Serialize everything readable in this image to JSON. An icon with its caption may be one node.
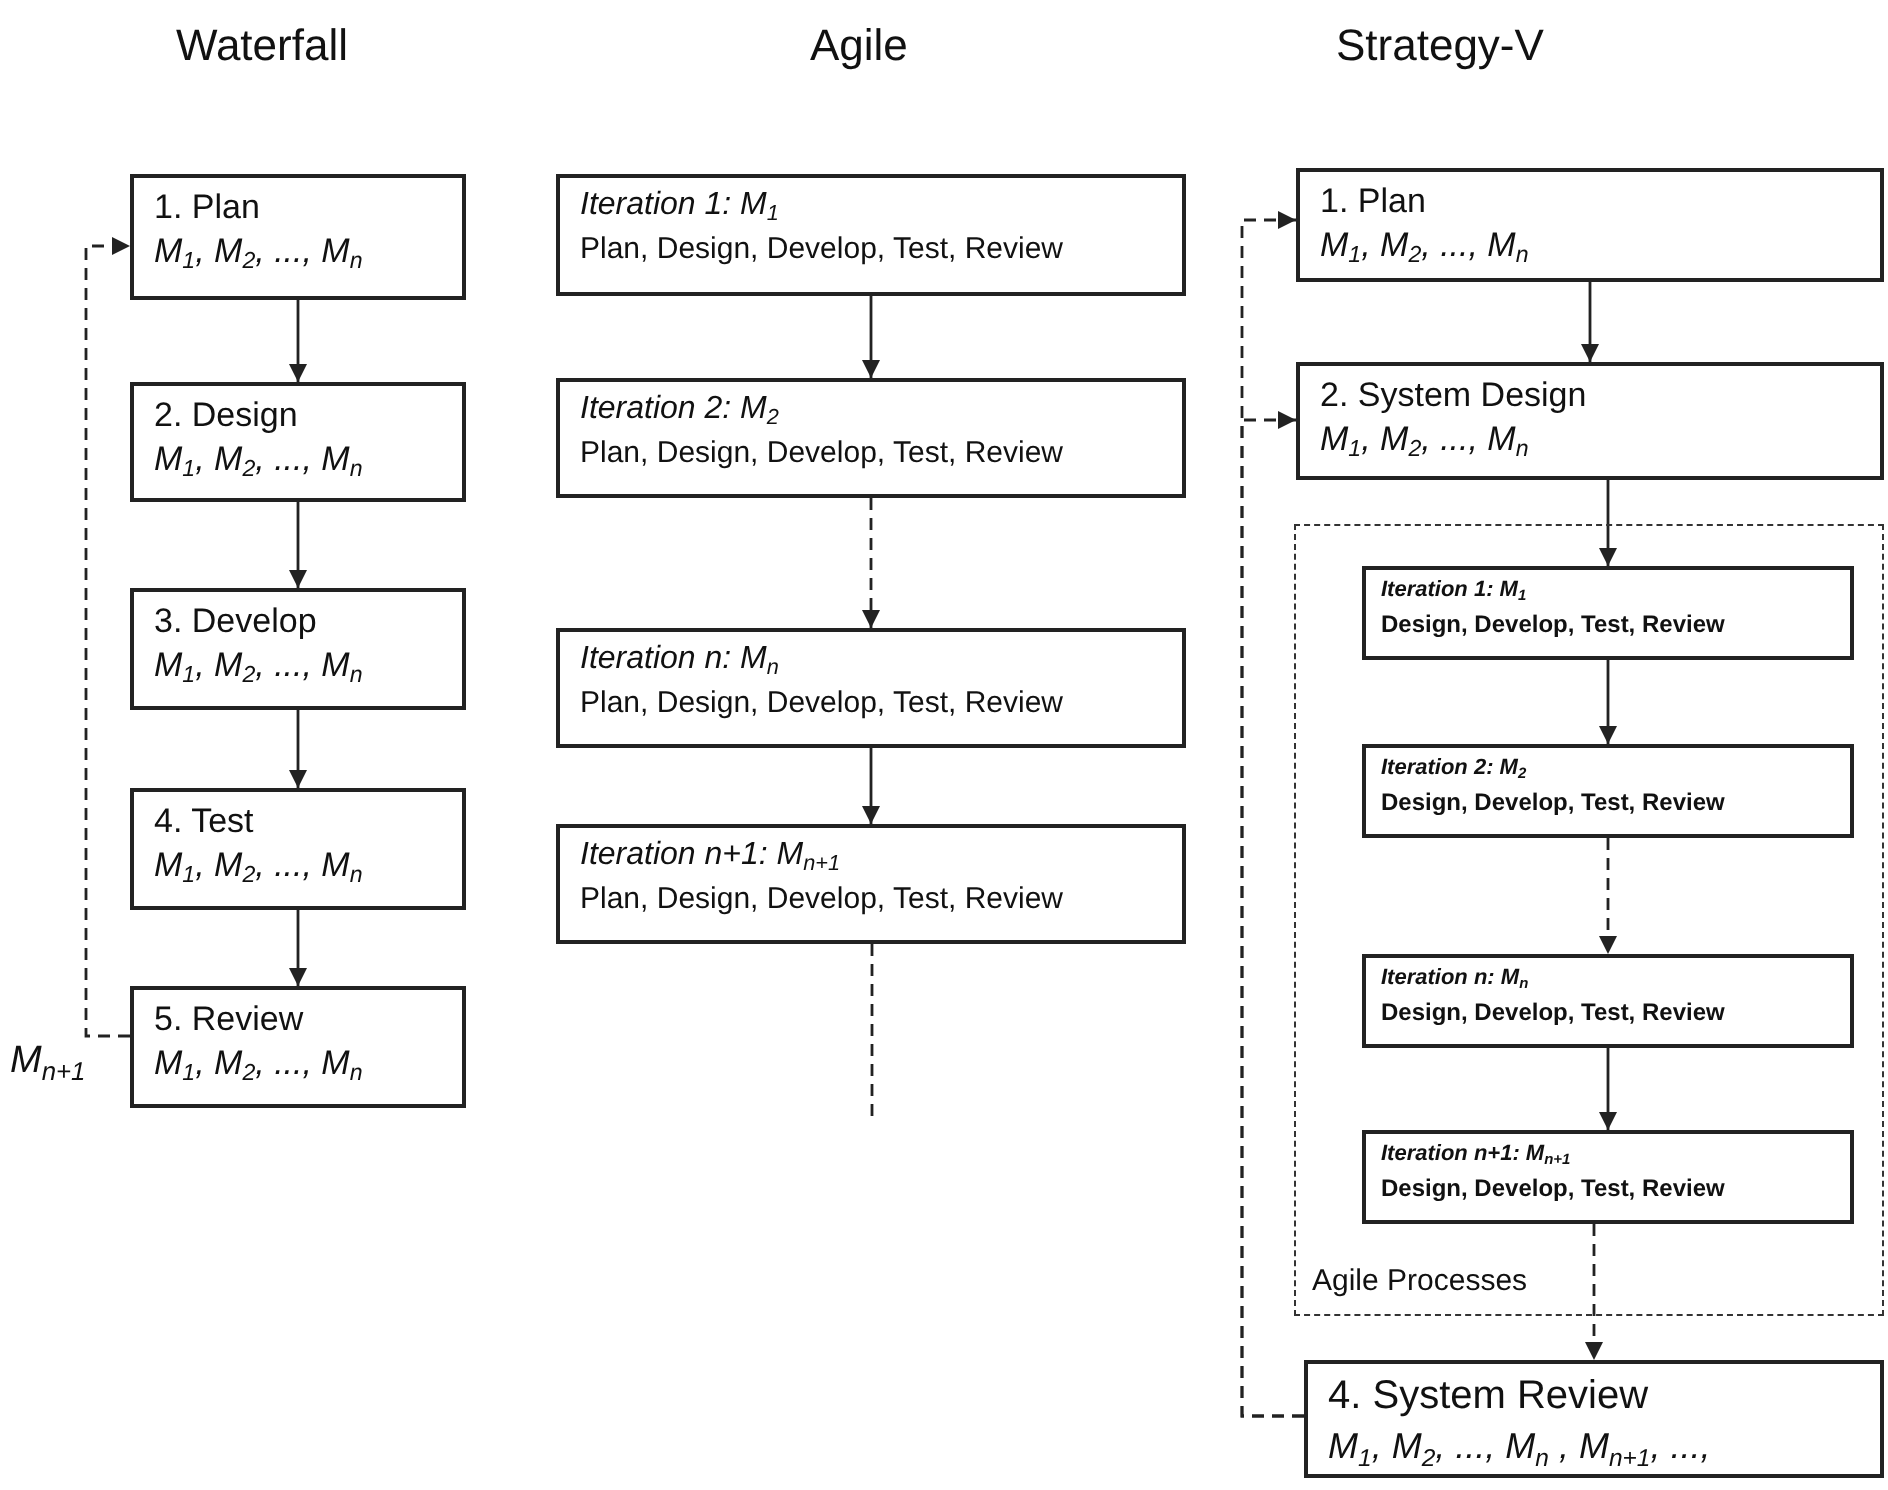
{
  "diagram": {
    "nodes": [
      {
        "text": [
          "1. Plan",
          "M$_{1}$, M$_{2}$, ..., M$_{n}$"
        ]
      },
      {
        "text": [
          "2. Design",
          "M$_{1}$, M$_{2}$, ..., M$_{n}$"
        ]
      },
      {
        "text": [
          "3. Develop",
          "M$_{1}$, M$_{2}$, ..., M$_{n}$"
        ]
      },
      {
        "text": [
          "4. Test",
          "M$_{1}$, M$_{2}$, ..., M$_{n}$"
        ]
      },
      {
        "text": [
          "5. Review",
          "M$_{1}$, M$_{2}$, ..., M$_{n}$"
        ]
      },
      {
        "text": [
          "Iteration 1: M$_{1}$",
          "Plan, Design, Develop, Test, Review"
        ]
      },
      {
        "text": [
          "Iteration 2: M$_{2}$",
          "Plan, Design, Develop, Test, Review"
        ]
      },
      {
        "text": [
          "Iteration n: M$_{n}$",
          "Plan, Design, Develop, Test, Review"
        ]
      },
      {
        "text": [
          "Iteration n+1: M$_{n+1}$",
          "Plan, Design, Develop, Test, Review"
        ]
      },
      {
        "text": [
          "1. Plan",
          "M$_{1}$, M$_{2}$, ..., M$_{n}$"
        ]
      },
      {
        "text": [
          "2. System Design",
          "M$_{1}$, M$_{2}$, ..., M$_{n}$"
        ]
      },
      {
        "text": [
          "Agile Processes"
        ]
      },
      {
        "text": [
          "Iteration 1: M$_{1}$",
          "Design, Develop, Test, Review"
        ],
        "in": 11
      },
      {
        "text": [
          "Iteration 2: M$_{2}$",
          "Design, Develop, Test, Review"
        ],
        "in": 11
      },
      {
        "text": [
          "Iteration n: M$_{n}$",
          "Design, Develop, Test, Review"
        ],
        "in": 11
      },
      {
        "text": [
          "Iteration n+1: M$_{n+1}$",
          "Design, Develop, Test, Review"
        ],
        "in": 11
      },
      {
        "text": [
          "4. System Review",
          "M$_{1}$, M$_{2}$, ..., M$_{n}$ , M$_{n+1}$, ...,"
        ]
      }
    ],
    "edges": [
      {
        "from": 0,
        "to": 1,
        "arrow": "to"
      },
      {
        "from": 1,
        "to": 2,
        "arrow": "to"
      },
      {
        "from": 2,
        "to": 3,
        "arrow": "to"
      },
      {
        "from": 3,
        "to": 4,
        "arrow": "to"
      },
      {
        "from": 4,
        "to": 0,
        "arrow": "to",
        "style": "dashed",
        "label": "M$_{n+1}$"
      },
      {
        "from": 5,
        "to": 6,
        "arrow": "to"
      },
      {
        "from": 6,
        "to": 7,
        "arrow": "to",
        "style": "dashed"
      },
      {
        "from": 7,
        "to": 8,
        "arrow": "to"
      },
      {
        "from": 8,
        "to": null,
        "arrow": "none",
        "style": "dashed"
      },
      {
        "from": 9,
        "to": 10,
        "arrow": "to"
      },
      {
        "from": 10,
        "to": 12,
        "arrow": "to"
      },
      {
        "from": 12,
        "to": 13,
        "arrow": "to"
      },
      {
        "from": 13,
        "to": 14,
        "arrow": "to",
        "style": "dashed"
      },
      {
        "from": 14,
        "to": 15,
        "arrow": "to"
      },
      {
        "from": 15,
        "to": 16,
        "arrow": "to",
        "style": "dashed"
      },
      {
        "from": 16,
        "to": 9,
        "arrow": "to",
        "style": "dashed"
      },
      {
        "from": 16,
        "to": 10,
        "arrow": "to",
        "style": "dashed"
      }
    ],
    "labels": [
      "Waterfall",
      "Agile",
      "Strategy-V"
    ]
  }
}
